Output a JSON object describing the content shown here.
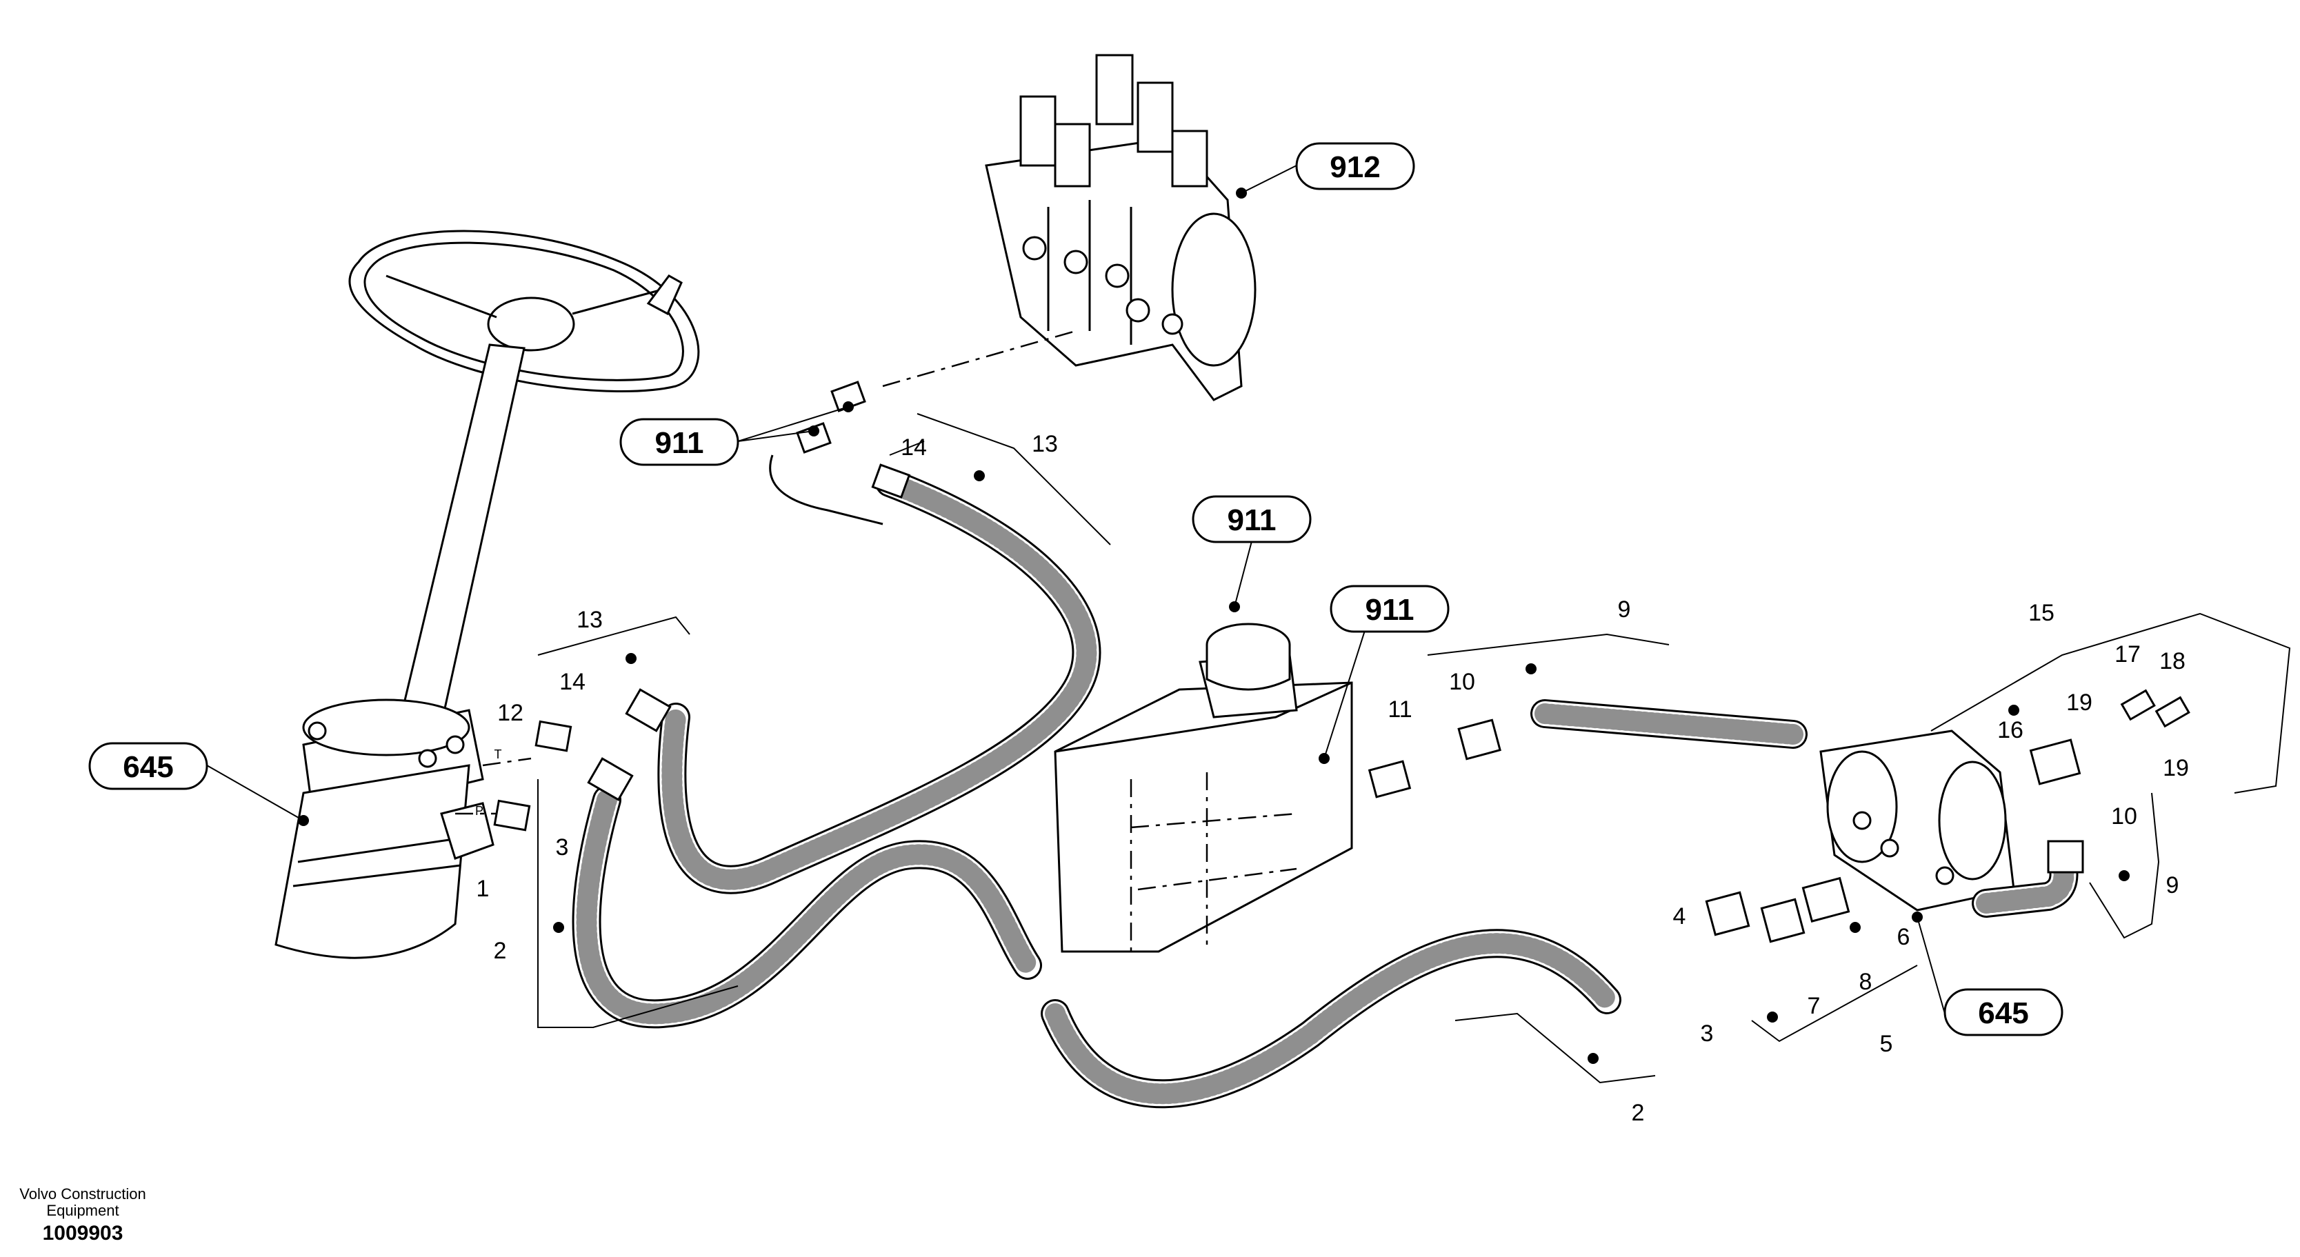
{
  "callouts": {
    "valve_block": "912",
    "fitting_top": "911",
    "tank_cap": "911",
    "tank_fitting": "911",
    "steering_unit": "645",
    "pump": "645"
  },
  "items": {
    "n1": "1",
    "n2a": "2",
    "n2b": "2",
    "n3a": "3",
    "n3b": "3",
    "n4": "4",
    "n5": "5",
    "n6": "6",
    "n7": "7",
    "n8": "8",
    "n9a": "9",
    "n9b": "9",
    "n10a": "10",
    "n10b": "10",
    "n11": "11",
    "n12": "12",
    "n13a": "13",
    "n13b": "13",
    "n14a": "14",
    "n14b": "14",
    "n15": "15",
    "n16": "16",
    "n17": "17",
    "n18": "18",
    "n19a": "19",
    "n19b": "19"
  },
  "port_marks": {
    "t": "T",
    "p": "P"
  },
  "footer": {
    "company_line1": "Volvo Construction",
    "company_line2": "Equipment",
    "doc_number": "1009903"
  }
}
